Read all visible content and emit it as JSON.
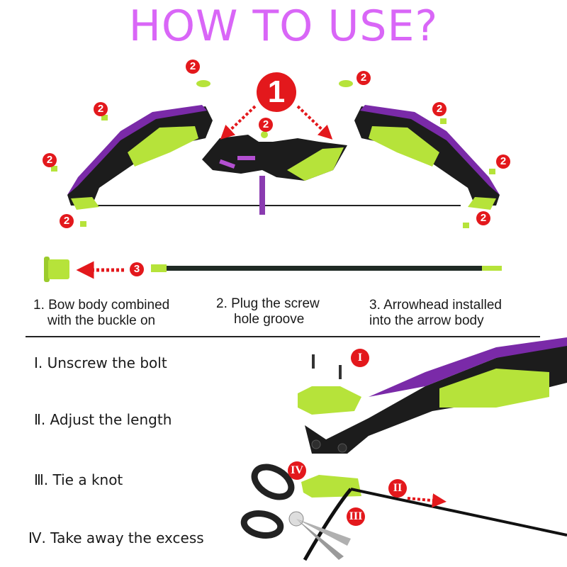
{
  "title": "HOW TO USE?",
  "colors": {
    "title": "#d966f7",
    "badge": "#e3181c",
    "bow_purple": "#7a2aa8",
    "bow_green": "#b6e33a",
    "bow_black": "#1c1c1c"
  },
  "assembly": {
    "badges": {
      "main": "1",
      "plug": "2",
      "arrow": "3"
    },
    "steps": [
      {
        "number": "1.",
        "line1": "1. Bow body combined",
        "line2": "with the buckle on"
      },
      {
        "number": "2.",
        "line1": "2. Plug the screw",
        "line2": "hole groove"
      },
      {
        "number": "3.",
        "line1": "3. Arrowhead installed",
        "line2": "into the arrow body"
      }
    ]
  },
  "adjustment": {
    "badges": [
      "I",
      "II",
      "III",
      "IV"
    ],
    "steps": [
      {
        "label": "Ⅰ. Unscrew the bolt"
      },
      {
        "label": "Ⅱ. Adjust the length"
      },
      {
        "label": "Ⅲ. Tie a knot"
      },
      {
        "label": "Ⅳ. Take away the excess"
      }
    ]
  }
}
